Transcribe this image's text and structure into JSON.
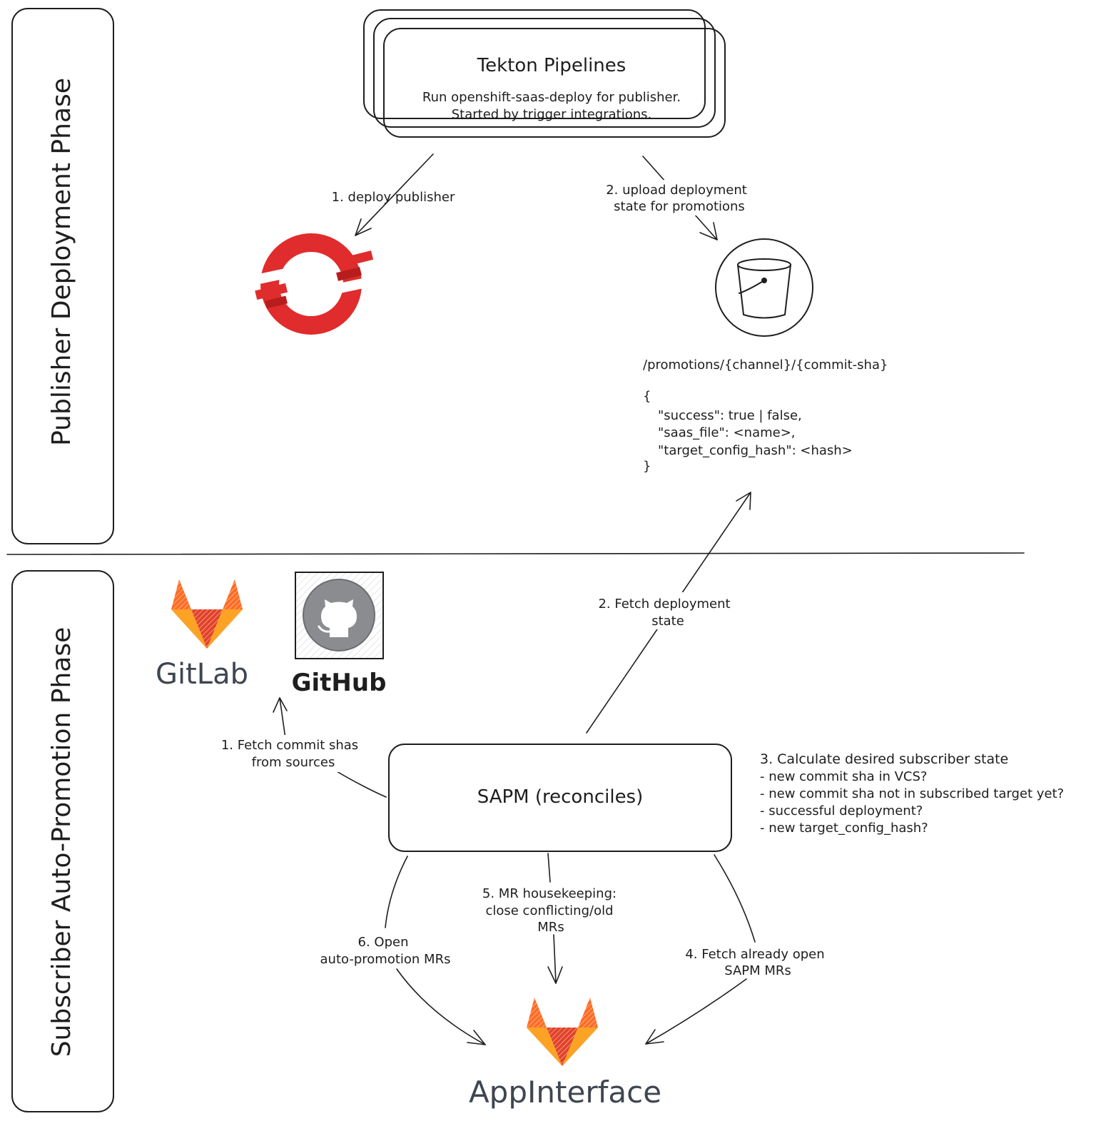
{
  "phases": {
    "publisher": "Publisher Deployment Phase",
    "subscriber": "Subscriber Auto-Promotion Phase"
  },
  "tekton": {
    "title": "Tekton Pipelines",
    "desc_line1": "Run openshift-saas-deploy for publisher.",
    "desc_line2": "Started by trigger integrations."
  },
  "edges": {
    "deploy_publisher": "1. deploy publisher",
    "upload_line1": "2. upload deployment",
    "upload_line2": "state for promotions",
    "fetch_state_line1": "2. Fetch deployment",
    "fetch_state_line2": "state",
    "fetch_commits_line1": "1. Fetch commit shas",
    "fetch_commits_line2": "from sources",
    "housekeeping_line1": "5. MR housekeeping:",
    "housekeeping_line2": "close conflicting/old",
    "housekeeping_line3": "MRs",
    "open_mrs_line1": "6. Open",
    "open_mrs_line2": "auto-promotion MRs",
    "fetch_open_line1": "4. Fetch already open",
    "fetch_open_line2": "SAPM MRs"
  },
  "s3": {
    "path": "/promotions/{channel}/{commit-sha}",
    "json_open": "{",
    "json_line1": "\"success\": true | false,",
    "json_line2": "\"saas_file\": <name>,",
    "json_line3": "\"target_config_hash\": <hash>",
    "json_close": "}"
  },
  "sapm": {
    "label": "SAPM (reconciles)"
  },
  "calc": {
    "title": "3. Calculate desired subscriber state",
    "items": [
      "- new commit sha in VCS?",
      "- new commit sha not in subscribed target yet?",
      "- successful deployment?",
      "- new target_config_hash?"
    ]
  },
  "logos": {
    "gitlab": "GitLab",
    "github": "GitHub",
    "appinterface": "AppInterface"
  },
  "colors": {
    "openshift_red": "#e02c2c",
    "openshift_dark": "#b81d1d",
    "gitlab_red": "#e24329",
    "gitlab_orange": "#fc6d26",
    "gitlab_yellow": "#fca326",
    "github_gray": "#8a8c90",
    "logo_text": "#3f4650"
  },
  "icons": [
    "openshift-icon",
    "bucket-icon",
    "gitlab-icon",
    "github-icon"
  ]
}
